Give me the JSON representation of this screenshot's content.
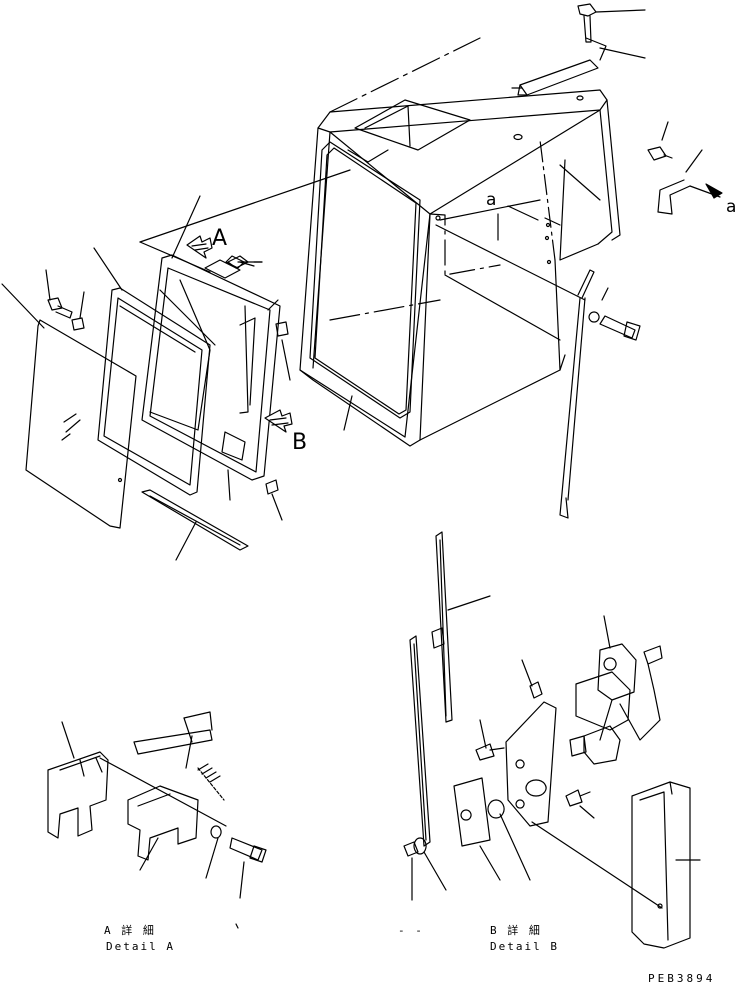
{
  "callouts": {
    "view_a": "A",
    "view_b": "B",
    "ref_a_left": "a",
    "ref_a_right": "a"
  },
  "details": {
    "a_jp": "A 詳 細",
    "a_en": "Detail A",
    "b_jp": "B 詳 細",
    "b_en": "Detail B",
    "dash": "- -"
  },
  "drawing_code": "PEB3894"
}
